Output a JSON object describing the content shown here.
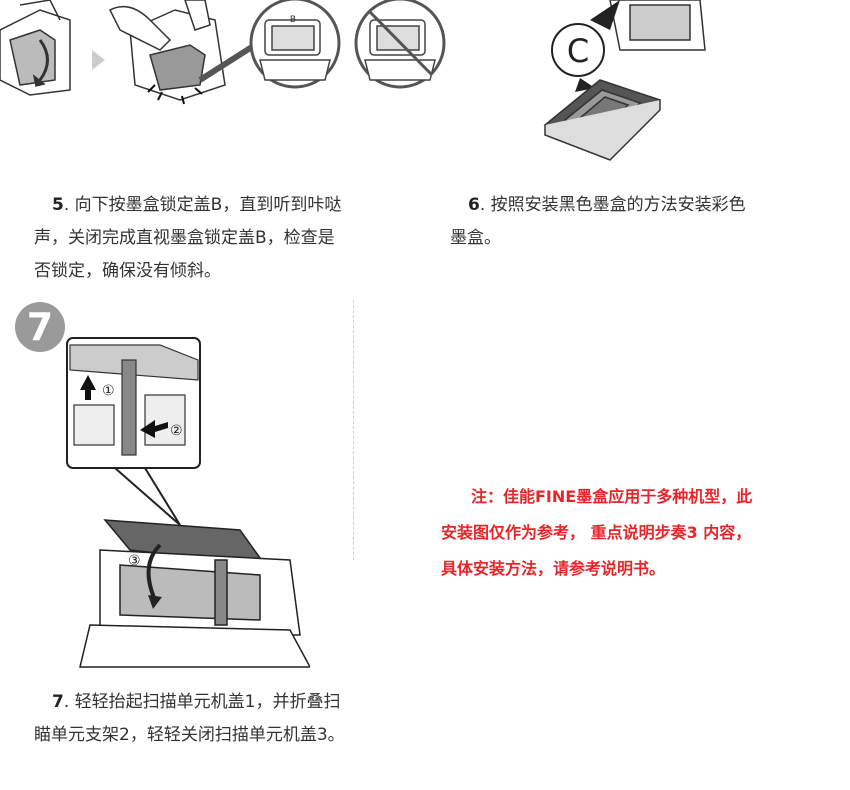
{
  "step5": {
    "number": "5",
    "text_line1": ". 向下按墨盒锁定盖B，直到听到咔哒",
    "text_line2": "声，关闭完成直视墨盒锁定盖B，检查是",
    "text_line3": "否锁定，确保没有倾斜。"
  },
  "step6": {
    "number": "6",
    "text_line1": ". 按照安装黑色墨盒的方法安装彩色",
    "text_line2": "墨盒。"
  },
  "step7": {
    "badge": "7",
    "number": "7",
    "text_line1": ". 轻轻抬起扫描单元机盖1，并折叠扫",
    "text_line2": "瞄单元支架2，轻轻关闭扫描单元机盖3。"
  },
  "illustration_labels": {
    "c_label": "C",
    "b_label": "B",
    "marker1": "①",
    "marker2": "②",
    "marker3": "③"
  },
  "note": {
    "line1": "注：佳能FINE墨盒应用于多种机型，此",
    "line2": "安装图仅作为参考， 重点说明步奏3 内容，",
    "line3": "具体安装方法，请参考说明书。"
  },
  "colors": {
    "note_red": "#e8262a",
    "badge_gray": "#9a9a9a"
  }
}
